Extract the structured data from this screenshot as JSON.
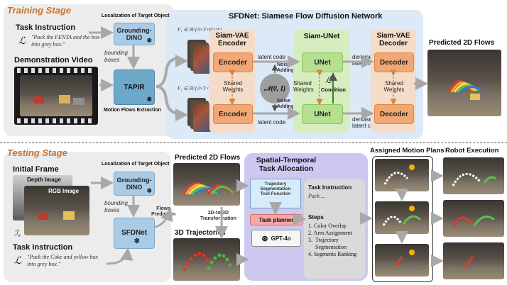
{
  "training": {
    "stage_label": "Training Stage",
    "task_instruction_title": "Task Instruction",
    "task_symbol": "ℒ",
    "task_quote": "\"Pack the FENTA and the box into grey box.\"",
    "demo_video_title": "Demonstration Video",
    "localization_label": "Localization of Target Object",
    "grounding_dino": "Grounding-DINO",
    "bounding_boxes": "bounding boxes",
    "tapir": "TAPIR",
    "motion_flows": "Motion Flows Extraction",
    "f1": "F₁ ∈ ℝ^{3×T×H×W}",
    "f2": "F₂ ∈ ℝ^{3×T×H×W}",
    "sfdnet_title": "SFDNet: Siamese Flow Diffusion Network",
    "siam_vae_encoder": "Siam-VAE\nEncoder",
    "encoder": "Encoder",
    "shared_weights": "Shared\nWeights",
    "latent_code": "latent code",
    "noise_adding": "Noise\nAdding",
    "gaussian": "𝒩(0, I)",
    "siam_unet": "Siam-UNet",
    "unet": "UNet",
    "condition_symbol": "ℒ",
    "condition": "Condition",
    "denoised_latent_code": "denoised\nlatent code",
    "siam_vae_decoder": "Siam-VAE\nDecoder",
    "decoder": "Decoder",
    "predicted_flows_title": "Predicted 2D Flows"
  },
  "testing": {
    "stage_label": "Testing Stage",
    "initial_frame": "Initial Frame",
    "depth_image": "Depth Image",
    "rgb_image": "RGB Image",
    "i0": "ℐ₀",
    "localization_label": "Localization of Target Object",
    "grounding_dino": "Grounding-DINO",
    "bounding_boxes": "bounding boxes",
    "sfdnet": "SFDNet",
    "flows_prediction": "Flows\nPrediction",
    "task_instruction_title": "Task Instruction",
    "task_symbol": "ℒ",
    "task_quote": "\"Pack the Coke and yellow box into grey box.\"",
    "predicted_flows_title": "Predicted 2D Flows",
    "transform_label": "2D-to-3D\nTransformation",
    "trajectories_title": "3D Trajectories",
    "stta_title": "Spatial-Temporal\nTask Allocation",
    "tool_function": "Trajectory\nSegmentation\nTool Function",
    "task_planner": "Task planner",
    "gpt": "GPT-4o",
    "instr_title": "Task Instruction",
    "instr_text": "Pack ...",
    "steps_title": "Steps",
    "steps": [
      "1.  Color Overlay",
      "2.  Arm Assignment",
      "3.  Trajectory\n     Segmentation",
      "4.  Segments Ranking"
    ],
    "assigned_title": "Assigned Motion Plans",
    "robot_title": "Robot Execution"
  },
  "colors": {
    "stage_orange": "#c8742c",
    "panel_gray": "#ececec",
    "sfdnet_blue": "#dce9f7",
    "stta_purple": "#cdc8ef",
    "vae_orange": "#f2a874",
    "unet_green": "#b6e08e",
    "module_blue": "#a9cbe6"
  }
}
